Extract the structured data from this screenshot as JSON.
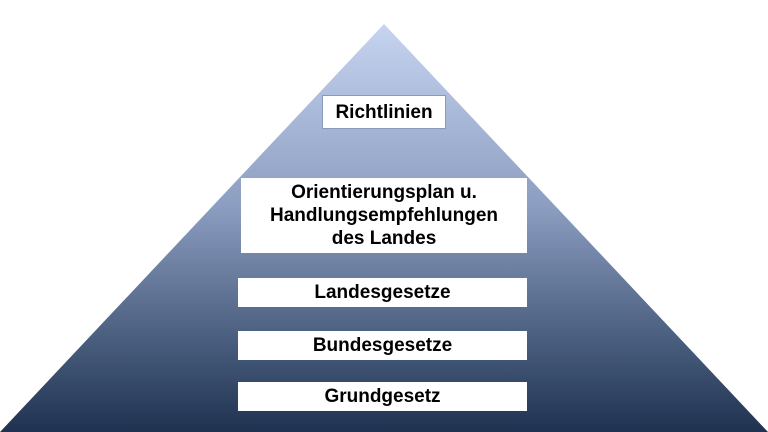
{
  "diagram": {
    "type": "pyramid",
    "colors": {
      "apex": "#c6d4f0",
      "base": "#1f3250",
      "box_fill": "#ffffff",
      "text": "#000000"
    },
    "levels": [
      {
        "label": "Richtlinien"
      },
      {
        "label": "Orientierungsplan u.\nHandlungsempfehlungen\ndes Landes"
      },
      {
        "label": "Landesgesetze"
      },
      {
        "label": "Bundesgesetze"
      },
      {
        "label": "Grundgesetz"
      }
    ]
  }
}
